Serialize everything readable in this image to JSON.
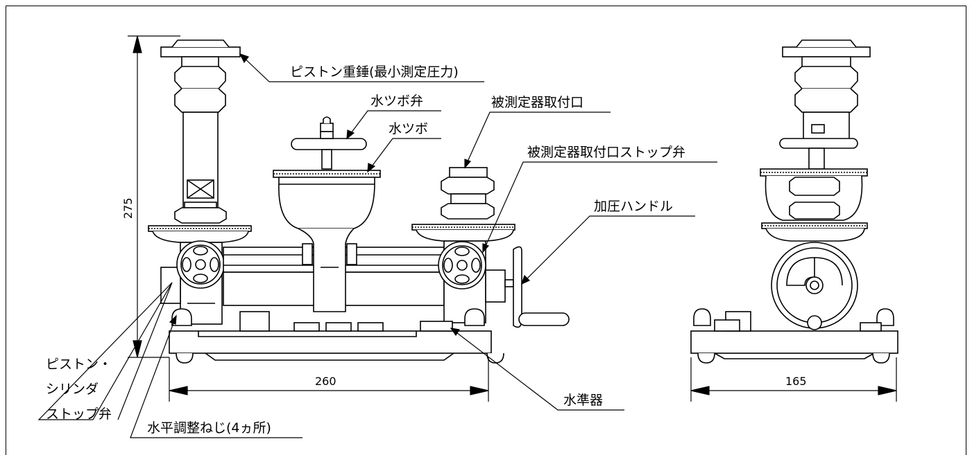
{
  "labels": {
    "piston_weight": "ピストン重錘(最小測定圧力)",
    "water_tank_valve": "水ツボ弁",
    "water_tank": "水ツボ",
    "dut_port": "被測定器取付口",
    "dut_port_stop_valve": "被測定器取付口ストップ弁",
    "pressure_handle": "加圧ハンドル",
    "piston_cylinder_1": "ピストン・",
    "piston_cylinder_2": "シリンダ",
    "piston_cylinder_3": "ストップ弁",
    "leveling_screw": "水平調整ねじ(4ヵ所)",
    "spirit_level": "水準器"
  },
  "dimensions": {
    "height": "275",
    "width_front": "260",
    "width_side": "165"
  }
}
